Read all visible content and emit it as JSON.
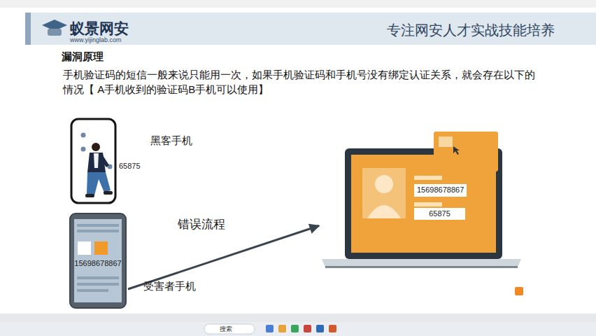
{
  "diagram": {
    "title": "漏洞原理",
    "nodes": [
      {
        "text": [
          "65875",
          "黑客手机"
        ]
      },
      {
        "text": [
          "15698678867",
          "受害者手机"
        ]
      },
      {
        "text": []
      },
      {
        "text": [
          "15698678867"
        ],
        "in": 2
      },
      {
        "text": [
          "65875"
        ],
        "in": 2
      }
    ],
    "edges": [
      {
        "from": 1,
        "to": 2,
        "label": "错误流程",
        "arrow": "to"
      }
    ],
    "labels": [
      "蚁景网安",
      "www.yijinglab.com",
      "专注网安人才实战技能培养",
      "手机验证码的短信一般来说只能用一次，如果手机验证码和手机号没有绑定认证关系，就会存在以下的情况【 A手机收到的验证码B手机可以使用】",
      "搜索"
    ]
  }
}
